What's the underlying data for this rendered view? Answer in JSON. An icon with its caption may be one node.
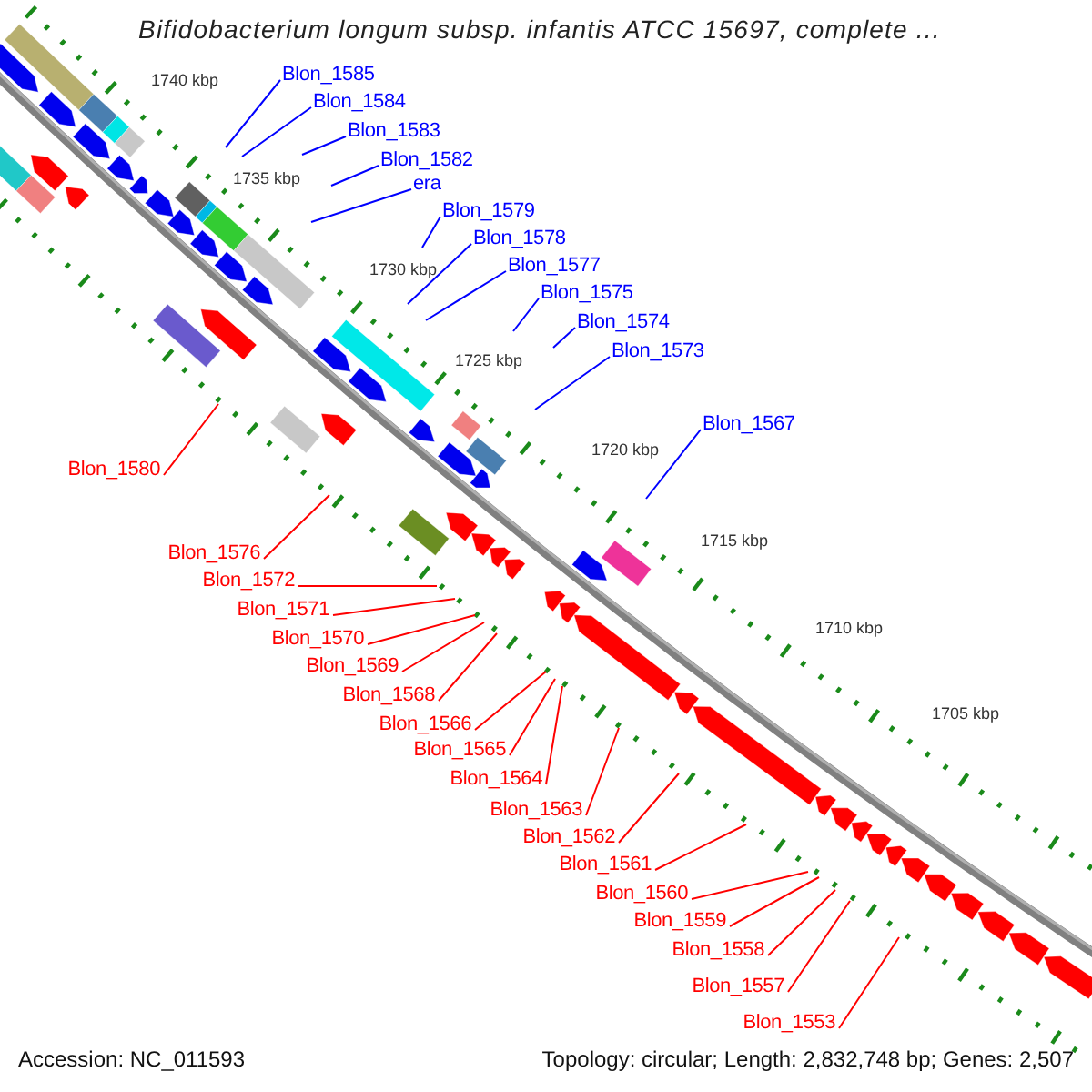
{
  "diagram": {
    "title": "Bifidobacterium longum subsp. infantis ATCC 15697, complete ...",
    "nodes": [
      {
        "text": [
          "Blon_1585"
        ]
      },
      {
        "text": [
          "Blon_1584"
        ]
      },
      {
        "text": [
          "Blon_1583"
        ]
      },
      {
        "text": [
          "Blon_1582"
        ]
      },
      {
        "text": [
          "era"
        ]
      },
      {
        "text": [
          "Blon_1579"
        ]
      },
      {
        "text": [
          "Blon_1578"
        ]
      },
      {
        "text": [
          "Blon_1577"
        ]
      },
      {
        "text": [
          "Blon_1575"
        ]
      },
      {
        "text": [
          "Blon_1574"
        ]
      },
      {
        "text": [
          "Blon_1573"
        ]
      },
      {
        "text": [
          "Blon_1567"
        ]
      },
      {
        "text": [
          "Blon_1580"
        ]
      },
      {
        "text": [
          "Blon_1576"
        ]
      },
      {
        "text": [
          "Blon_1572"
        ]
      },
      {
        "text": [
          "Blon_1571"
        ]
      },
      {
        "text": [
          "Blon_1570"
        ]
      },
      {
        "text": [
          "Blon_1569"
        ]
      },
      {
        "text": [
          "Blon_1568"
        ]
      },
      {
        "text": [
          "Blon_1566"
        ]
      },
      {
        "text": [
          "Blon_1565"
        ]
      },
      {
        "text": [
          "Blon_1564"
        ]
      },
      {
        "text": [
          "Blon_1563"
        ]
      },
      {
        "text": [
          "Blon_1562"
        ]
      },
      {
        "text": [
          "Blon_1561"
        ]
      },
      {
        "text": [
          "Blon_1560"
        ]
      },
      {
        "text": [
          "Blon_1559"
        ]
      },
      {
        "text": [
          "Blon_1558"
        ]
      },
      {
        "text": [
          "Blon_1557"
        ]
      },
      {
        "text": [
          "Blon_1553"
        ]
      }
    ],
    "edges": [
      {
        "from": 0,
        "to": null,
        "arrow": "none",
        "color": "#0000ff"
      },
      {
        "from": 1,
        "to": null,
        "arrow": "none",
        "color": "#0000ff"
      },
      {
        "from": 2,
        "to": null,
        "arrow": "none",
        "color": "#0000ff"
      },
      {
        "from": 3,
        "to": null,
        "arrow": "none",
        "color": "#0000ff"
      },
      {
        "from": 4,
        "to": null,
        "arrow": "none",
        "color": "#0000ff"
      },
      {
        "from": 5,
        "to": null,
        "arrow": "none",
        "color": "#0000ff"
      },
      {
        "from": 6,
        "to": null,
        "arrow": "none",
        "color": "#0000ff"
      },
      {
        "from": 7,
        "to": null,
        "arrow": "none",
        "color": "#0000ff"
      },
      {
        "from": 8,
        "to": null,
        "arrow": "none",
        "color": "#0000ff"
      },
      {
        "from": 9,
        "to": null,
        "arrow": "none",
        "color": "#0000ff"
      },
      {
        "from": 10,
        "to": null,
        "arrow": "none",
        "color": "#0000ff"
      },
      {
        "from": 11,
        "to": null,
        "arrow": "none",
        "color": "#0000ff"
      },
      {
        "from": 12,
        "to": null,
        "arrow": "none"
      },
      {
        "from": 13,
        "to": null,
        "arrow": "none"
      },
      {
        "from": 14,
        "to": null,
        "arrow": "none"
      },
      {
        "from": 15,
        "to": null,
        "arrow": "none"
      },
      {
        "from": 16,
        "to": null,
        "arrow": "none"
      },
      {
        "from": 17,
        "to": null,
        "arrow": "none"
      },
      {
        "from": 18,
        "to": null,
        "arrow": "none"
      },
      {
        "from": 19,
        "to": null,
        "arrow": "none"
      },
      {
        "from": 20,
        "to": null,
        "arrow": "none"
      },
      {
        "from": 21,
        "to": null,
        "arrow": "none"
      },
      {
        "from": 22,
        "to": null,
        "arrow": "none"
      },
      {
        "from": 23,
        "to": null,
        "arrow": "none"
      },
      {
        "from": 24,
        "to": null,
        "arrow": "none"
      },
      {
        "from": 25,
        "to": null,
        "arrow": "none"
      },
      {
        "from": 26,
        "to": null,
        "arrow": "none"
      },
      {
        "from": 27,
        "to": null,
        "arrow": "none"
      },
      {
        "from": 28,
        "to": null,
        "arrow": "none"
      },
      {
        "from": 29,
        "to": null,
        "arrow": "none"
      }
    ],
    "labels": [
      "1740 kbp",
      "1735 kbp",
      "1730 kbp",
      "1725 kbp",
      "1720 kbp",
      "1715 kbp",
      "1710 kbp",
      "1705 kbp",
      "Accession: NC_011593",
      "Topology: circular; Length: 2,832,748 bp; Genes: 2,507"
    ]
  }
}
